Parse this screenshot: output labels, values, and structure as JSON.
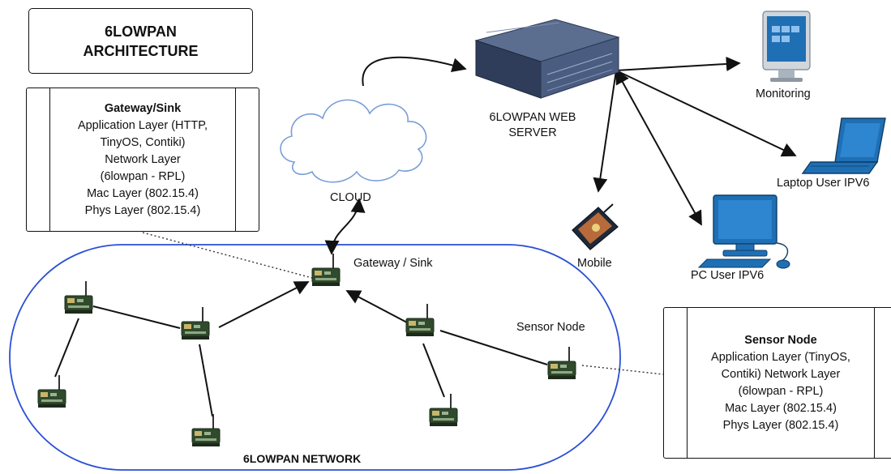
{
  "title": "6LOWPAN\nARCHITECTURE",
  "gateway_box": {
    "heading": "Gateway/Sink",
    "lines": [
      "Application Layer (HTTP,",
      "TinyOS, Contiki)",
      "Network Layer",
      "(6lowpan - RPL)",
      "Mac Layer (802.15.4)",
      "Phys Layer (802.15.4)"
    ]
  },
  "sensor_box": {
    "heading": "Sensor Node",
    "lines": [
      "Application Layer (TinyOS,",
      "Contiki) Network Layer",
      "(6lowpan - RPL)",
      "Mac Layer (802.15.4)",
      "Phys Layer (802.15.4)"
    ]
  },
  "labels": {
    "cloud": "CLOUD",
    "server_line1": "6LOWPAN WEB",
    "server_line2": "SERVER",
    "monitoring": "Monitoring",
    "laptop": "Laptop User IPV6",
    "mobile": "Mobile",
    "pc": "PC User IPV6",
    "gateway_sink": "Gateway / Sink",
    "sensor_node": "Sensor Node",
    "network": "6LOWPAN NETWORK"
  },
  "icons": {
    "cloud": "cloud-icon",
    "server": "server-icon",
    "monitor": "monitor-icon",
    "laptop": "laptop-icon",
    "mobile": "mobile-device-icon",
    "pc": "desktop-pc-icon",
    "node": "sensor-node-icon"
  },
  "colors": {
    "network_outline": "#2a4fd6",
    "cloud_outline": "#7a9ed8",
    "device_blue": "#1f6fb4",
    "server_body": "#3d4f6e",
    "node_green": "#3b5b36"
  }
}
